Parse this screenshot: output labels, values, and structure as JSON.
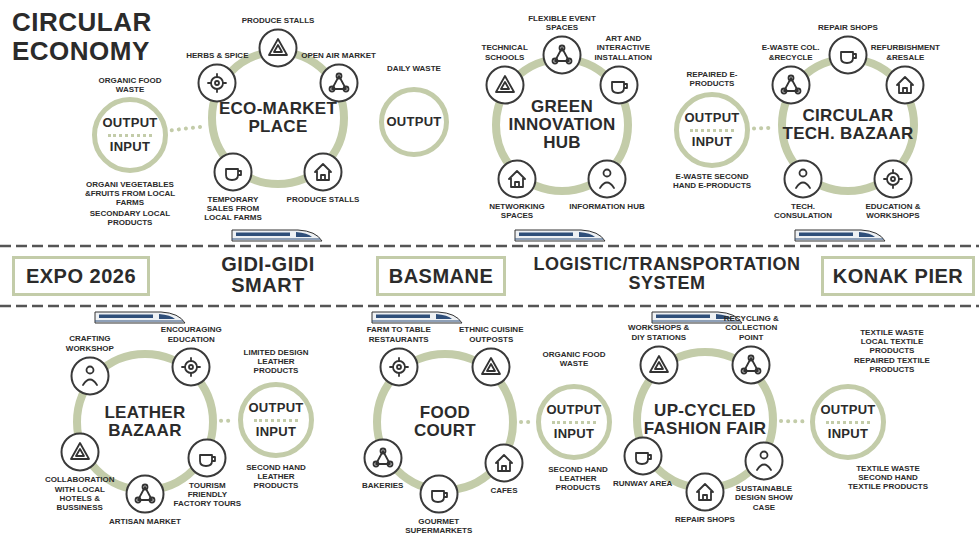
{
  "diagram": {
    "title": "CIRCULAR ECONOMY",
    "nodes": [
      {
        "text": [
          "OUTPUT",
          "INPUT"
        ]
      },
      {
        "text": [
          "ECO-MARKET PLACE"
        ]
      },
      {
        "text": [
          "HERBS & SPICE"
        ]
      },
      {
        "text": [
          "PRODUCE STALLS"
        ]
      },
      {
        "text": [
          "OPEN AIR MARKET"
        ]
      },
      {
        "text": [
          "TEMPORARY SALES FROM LOCAL FARMS"
        ]
      },
      {
        "text": [
          "PRODUCE STALLS"
        ]
      },
      {
        "text": [
          "OUTPUT"
        ]
      },
      {
        "text": [
          "GREEN INNOVATION HUB"
        ]
      },
      {
        "text": [
          "TECHNICAL SCHOOLS"
        ]
      },
      {
        "text": [
          "FLEXIBLE EVENT SPACES"
        ]
      },
      {
        "text": [
          "ART AND INTERACTIVE INSTALLATION"
        ]
      },
      {
        "text": [
          "NETWORKING SPACES"
        ]
      },
      {
        "text": [
          "INFORMATION HUB"
        ]
      },
      {
        "text": [
          "OUTPUT",
          "INPUT"
        ]
      },
      {
        "text": [
          "CIRCULAR TECH. BAZAAR"
        ]
      },
      {
        "text": [
          "E-WASTE COL. &RECYCLE"
        ]
      },
      {
        "text": [
          "REPAIR SHOPS"
        ]
      },
      {
        "text": [
          "REFURBISHMENT &RESALE"
        ]
      },
      {
        "text": [
          "TECH. CONSULATION"
        ]
      },
      {
        "text": [
          "EDUCATION & WORKSHOPS"
        ]
      },
      {
        "text": [
          "EXPO 2026"
        ]
      },
      {
        "text": [
          "BASMANE"
        ]
      },
      {
        "text": [
          "KONAK PIER"
        ]
      },
      {
        "text": [
          "LEATHER BAZAAR"
        ]
      },
      {
        "text": [
          "CRAFTING WORKSHOP"
        ]
      },
      {
        "text": [
          "ENCOURAGING EDUCATION"
        ]
      },
      {
        "text": [
          "COLLABORATION WITH LOCAL HOTELS & BUSSINESS"
        ]
      },
      {
        "text": [
          "ARTISAN MARKET"
        ]
      },
      {
        "text": [
          "TOURISM FRIENDLY FACTORY TOURS"
        ]
      },
      {
        "text": [
          "OUTPUT",
          "INPUT"
        ]
      },
      {
        "text": [
          "FOOD COURT"
        ]
      },
      {
        "text": [
          "FARM TO TABLE RESTAURANTS"
        ]
      },
      {
        "text": [
          "ETHNIC CUISINE OUTPOSTS"
        ]
      },
      {
        "text": [
          "BAKERIES"
        ]
      },
      {
        "text": [
          "GOURMET SUPERMARKETS"
        ]
      },
      {
        "text": [
          "CAFES"
        ]
      },
      {
        "text": [
          "OUTPUT",
          "INPUT"
        ]
      },
      {
        "text": [
          "UP-CYCLED FASHION FAIR"
        ]
      },
      {
        "text": [
          "WORKSHOPS & DIY STATIONS"
        ]
      },
      {
        "text": [
          "RECYCLING & COLLECTION POINT"
        ]
      },
      {
        "text": [
          "RUNWAY AREA"
        ]
      },
      {
        "text": [
          "REPAIR SHOPS"
        ]
      },
      {
        "text": [
          "SUSTAINABLE DESIGN SHOW CASE"
        ]
      },
      {
        "text": [
          "OUTPUT",
          "INPUT"
        ]
      }
    ],
    "edges": [
      {
        "from": 0,
        "to": 1,
        "arrow": "none"
      },
      {
        "from": 14,
        "to": 15,
        "arrow": "none"
      },
      {
        "from": 24,
        "to": 30,
        "arrow": "none"
      },
      {
        "from": 31,
        "to": 37,
        "arrow": "none"
      },
      {
        "from": 38,
        "to": 44,
        "arrow": "none"
      }
    ],
    "labels": [
      "ORGANIC FOOD WASTE",
      "ORGANI VEGETABLES &FRUITS FROM LOCAL FARMS",
      "SECONDARY LOCAL PRODUCTS",
      "DAILY WASTE",
      "REPAIRED E-PRODUCTS",
      "E-WASTE SECOND HAND E-PRODUCTS",
      "GIDI-GIDI SMART",
      "LOGISTIC/TRANSPORTATION SYSTEM",
      "LIMITED DESIGN LEATHER PRODUCTS",
      "SECOND HAND LEATHER PRODUCTS",
      "ORGANIC FOOD WASTE",
      "SECOND HAND LEATHER PRODUCTS",
      "TEXTILE WASTE LOCAL TEXTILE PRODUCTS REPAIRED TEXTILE PRODUCTS",
      "TEXTILE WASTE SECOND HAND TEXTILE PRODUCTS"
    ]
  }
}
